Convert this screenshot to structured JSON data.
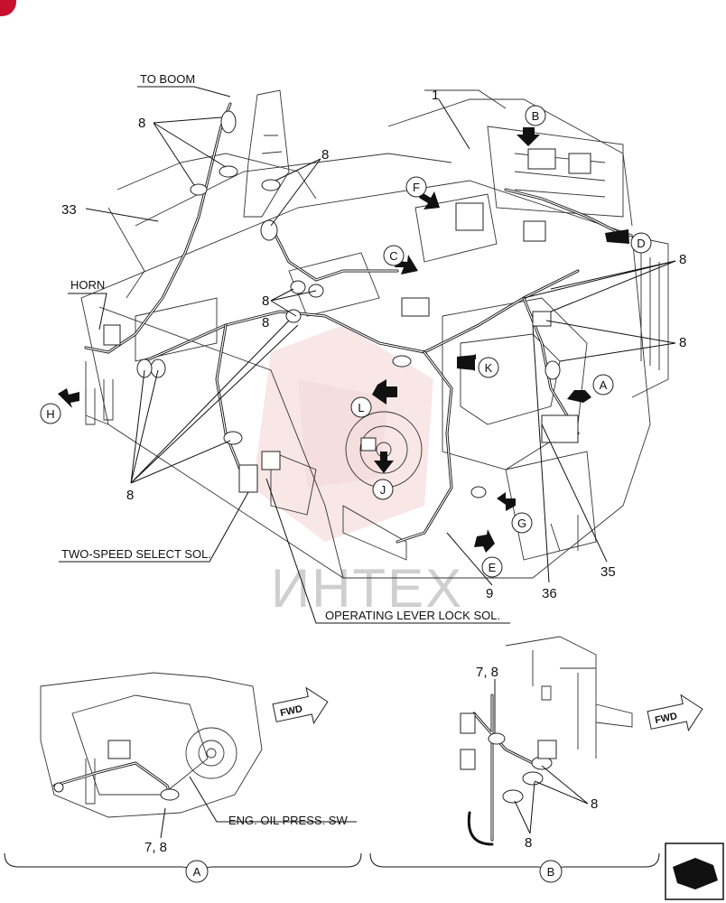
{
  "labels": {
    "to_boom": "TO BOOM",
    "horn": "HORN",
    "two_speed": "TWO-SPEED SELECT SOL.",
    "operating_lever": "OPERATING LEVER LOCK SOL.",
    "eng_oil": "ENG. OIL PRESS. SW"
  },
  "part_numbers": {
    "p1": "1",
    "p8": "8",
    "p9": "9",
    "p33": "33",
    "p35": "35",
    "p36": "36",
    "p78": "7, 8"
  },
  "callouts": {
    "A": "A",
    "B": "B",
    "C": "C",
    "D": "D",
    "E": "E",
    "F": "F",
    "G": "G",
    "H": "H",
    "J": "J",
    "K": "K",
    "L": "L"
  },
  "detail_views": {
    "a": "A",
    "b": "B"
  },
  "fwd_label": "FWD",
  "watermark": "ИНТЕХ",
  "colors": {
    "line": "#111111",
    "watermark": "#e8a0a0",
    "corner_badge": "#c8102e"
  },
  "icons": [
    "forward-arrow-icon",
    "page-corner-nav-icon",
    "pointer-arrow-icon"
  ]
}
